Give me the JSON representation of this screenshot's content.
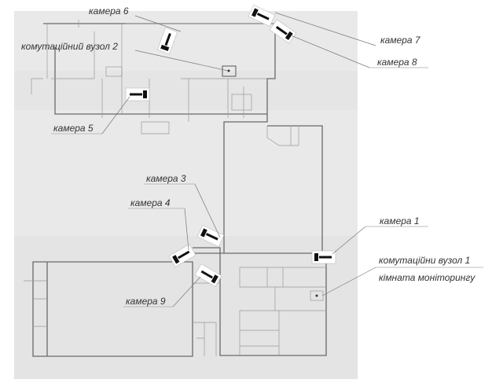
{
  "title": "Схема розміщення камер відеоспостереження",
  "labels": {
    "camera_1": "камера 1",
    "camera_3": "камера 3",
    "camera_4": "камера 4",
    "camera_5": "камера 5",
    "camera_6": "камера 6",
    "camera_7": "камера 7",
    "camera_8": "камера 8",
    "camera_9": "камера 9",
    "switch_node_2": "комутаційний вузол 2",
    "switch_node_1": "комутаційни вузол 1",
    "monitoring_room": "кімната моніторингу"
  },
  "colors": {
    "paper": "#e9e9e9",
    "wall": "#6a6a6a",
    "camera": "#111111"
  }
}
